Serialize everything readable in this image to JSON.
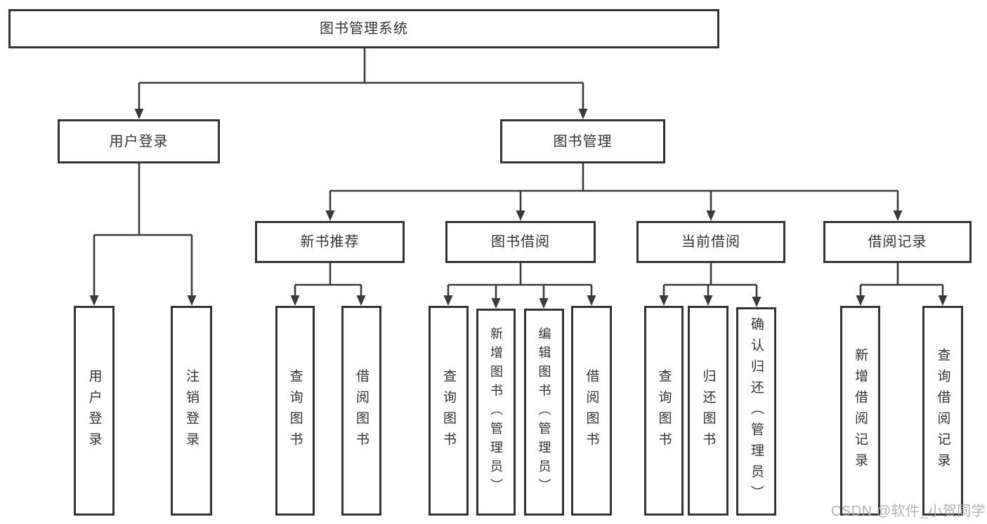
{
  "diagram": {
    "root": {
      "label": "图书管理系统"
    },
    "level2": [
      {
        "label": "用户登录"
      },
      {
        "label": "图书管理"
      }
    ],
    "level3": [
      {
        "label": "新书推荐"
      },
      {
        "label": "图书借阅"
      },
      {
        "label": "当前借阅"
      },
      {
        "label": "借阅记录"
      }
    ],
    "leaves": {
      "user": [
        {
          "label": "用户登录"
        },
        {
          "label": "注销登录"
        }
      ],
      "recommend": [
        {
          "label": "查询图书"
        },
        {
          "label": "借阅图书"
        }
      ],
      "borrow": [
        {
          "label": "查询图书"
        },
        {
          "label": "新增图书（管理员）"
        },
        {
          "label": "编辑图书（管理员）"
        },
        {
          "label": "借阅图书"
        }
      ],
      "current": [
        {
          "label": "查询图书"
        },
        {
          "label": "归还图书"
        },
        {
          "label": "确认归还（管理员）"
        }
      ],
      "records": [
        {
          "label": "新增借阅记录"
        },
        {
          "label": "查询借阅记录"
        }
      ]
    },
    "watermark": "CSDN @软件_小贺同学",
    "colors": {
      "background": "#ffffff",
      "border": "#333333",
      "line": "#3a3a3a",
      "text": "#333333",
      "watermark": "#a9a9a9"
    }
  }
}
